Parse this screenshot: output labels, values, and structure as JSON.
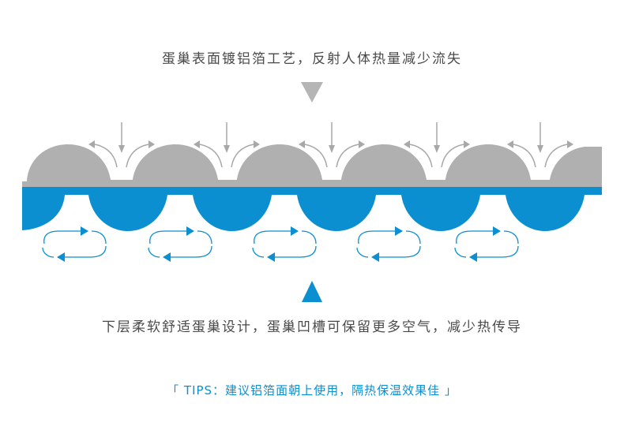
{
  "top_caption": "蛋巢表面镀铝箔工艺，反射人体热量减少流失",
  "bottom_caption": "下层柔软舒适蛋巢设计，蛋巢凹槽可保留更多空气，减少热传导",
  "tips": {
    "open_bracket": "「",
    "text": " TIPS：建议铝箔面朝上使用，隔热保温效果佳 ",
    "close_bracket": "」"
  },
  "colors": {
    "foil": "#b0b0b0",
    "foam": "#0c8fd0",
    "arrow_gray": "#a8a8a8",
    "arrow_blue": "#0c8fd0",
    "text": "#4a4a4a"
  },
  "icons": [
    "down-arrow-icon",
    "up-arrow-icon",
    "heat-reflect-arrow-icon",
    "air-circulation-icon"
  ]
}
